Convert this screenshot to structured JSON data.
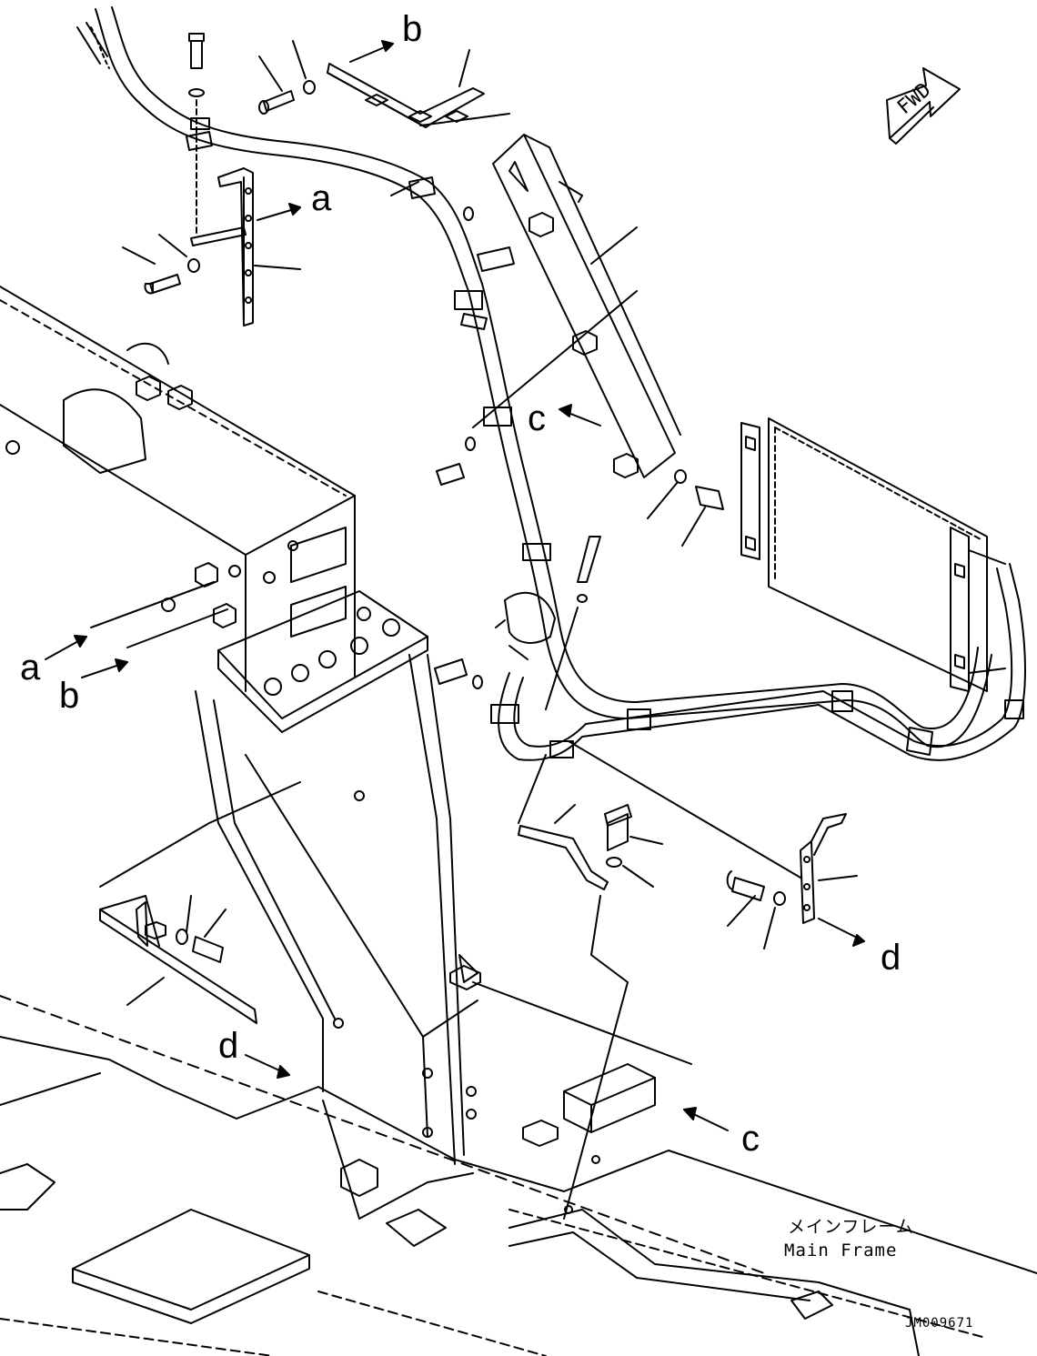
{
  "labels": {
    "a_top": "a",
    "b_top": "b",
    "c_top": "c",
    "a_left": "a",
    "b_left": "b",
    "d_right": "d",
    "d_left": "d",
    "c_right": "c"
  },
  "direction": "FWD",
  "caption_jp": "メインフレーム",
  "caption_en": "Main Frame",
  "drawing_code": "JM009671"
}
